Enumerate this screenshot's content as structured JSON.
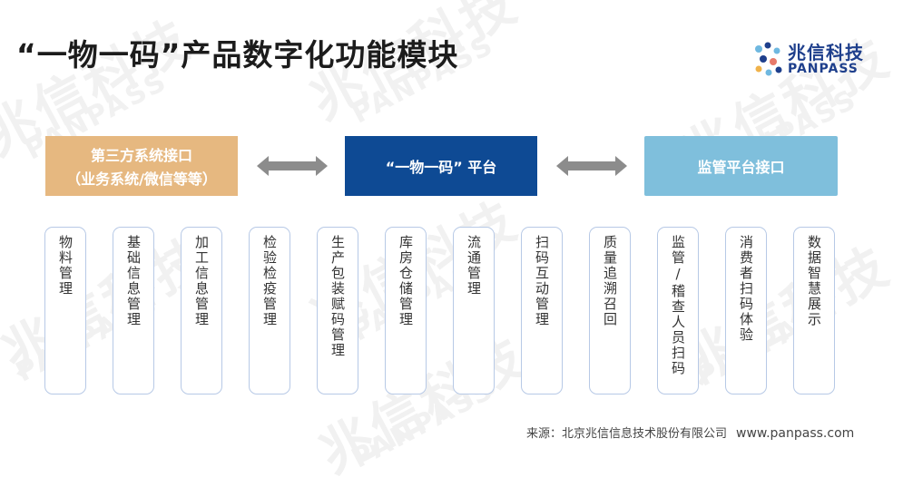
{
  "title": "“一物一码”产品数字化功能模块",
  "logo": {
    "name_cn": "兆信科技",
    "name_en": "PANPASS"
  },
  "watermark": {
    "cn": "兆信科技",
    "en": "PANPASS"
  },
  "top_boxes": {
    "left": {
      "line1": "第三方系统接口",
      "line2": "（业务系统/微信等等）"
    },
    "center": {
      "label": "“一物一码” 平台"
    },
    "right": {
      "label": "监管平台接口"
    }
  },
  "modules": [
    "物料管理",
    "基础信息管理",
    "加工信息管理",
    "检验检疫管理",
    "生产包装赋码管理",
    "库房仓储管理",
    "流通管理",
    "扫码互动管理",
    "质量追溯召回",
    "监管/稽查人员扫码",
    "消费者扫码体验",
    "数据智慧展示"
  ],
  "footer": {
    "source": "来源：北京兆信信息技术股份有限公司",
    "url": "www.panpass.com"
  },
  "colors": {
    "left_box": "#e6b880",
    "center_box": "#0e4a94",
    "right_box": "#7fbfdc",
    "module_border": "#b7c9e6",
    "arrow": "#8c8c8c",
    "brand": "#1e3f8c"
  }
}
